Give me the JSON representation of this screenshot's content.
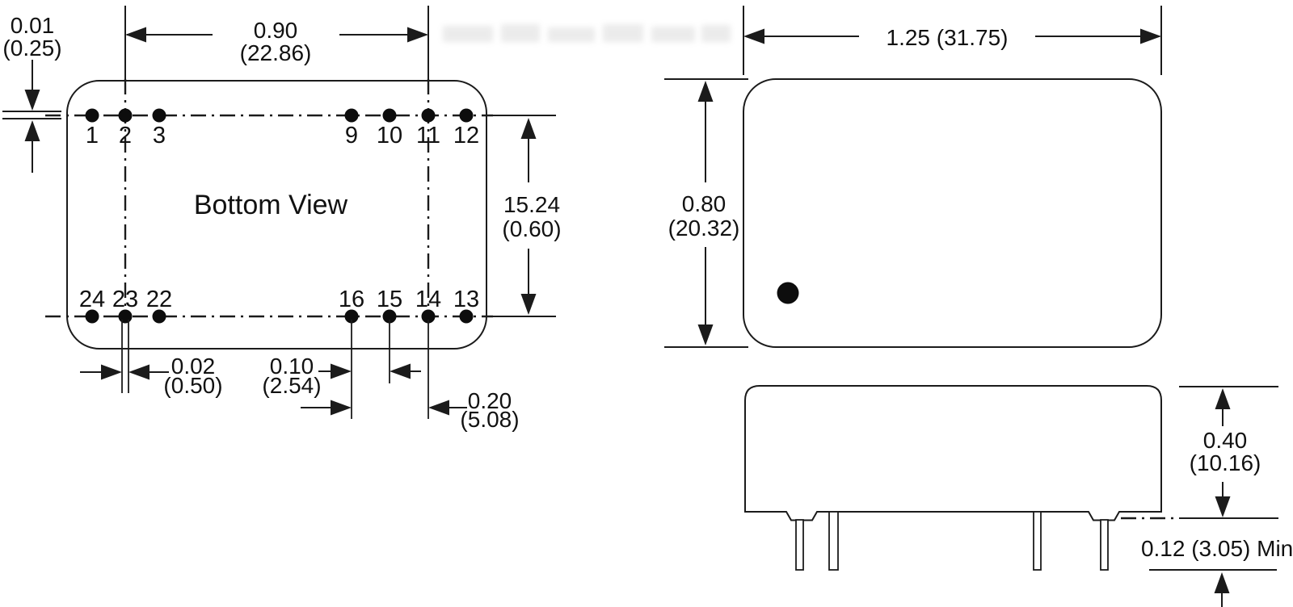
{
  "figure": {
    "kind": "mechanical-outline-drawing",
    "line_color": "#1b1b1b",
    "background": "#ffffff"
  },
  "bottom_view": {
    "title": "Bottom View",
    "top_pin_labels": [
      "1",
      "2",
      "3",
      "9",
      "10",
      "11",
      "12"
    ],
    "bottom_pin_labels": [
      "24",
      "23",
      "22",
      "16",
      "15",
      "14",
      "13"
    ],
    "dims": {
      "pin_row_offset": {
        "line1": "0.01",
        "line2": "(0.25)"
      },
      "pin_span": {
        "line1": "0.90",
        "line2": "(22.86)"
      },
      "row_spacing": {
        "line1": "15.24",
        "line2": "(0.60)"
      },
      "pin_width": {
        "line1": "0.02",
        "line2": "(0.50)"
      },
      "pin_pitch": {
        "line1": "0.10",
        "line2": "(2.54)"
      },
      "pin_gap": {
        "line1": "0.20",
        "line2": "(5.08)"
      }
    }
  },
  "top_view": {
    "dims": {
      "body_length": "1.25 (31.75)",
      "body_width": {
        "line1": "0.80",
        "line2": "(20.32)"
      }
    }
  },
  "side_view": {
    "dims": {
      "body_height": {
        "line1": "0.40",
        "line2": "(10.16)"
      },
      "pin_length_min": "0.12 (3.05) Min."
    }
  }
}
